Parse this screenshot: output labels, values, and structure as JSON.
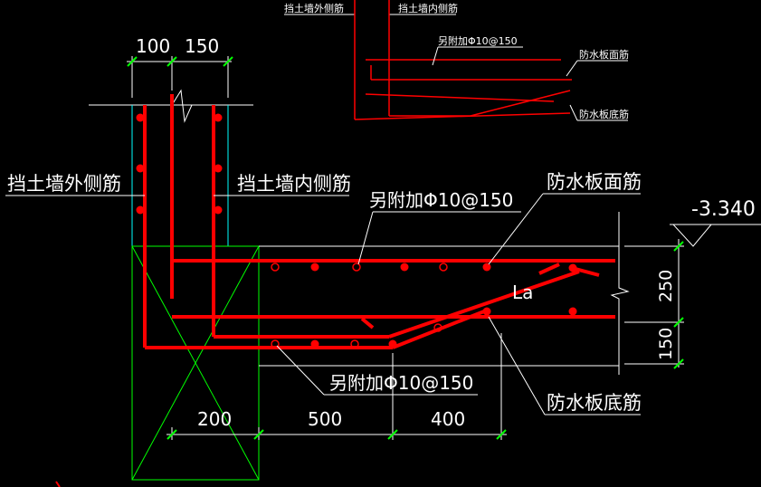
{
  "colors": {
    "background": "#000000",
    "rebar": "#ff0000",
    "leader": "#ffffff",
    "wall": "#00ffff",
    "outline": "#00ff00",
    "dim_tick": "#00ff00"
  },
  "top_detail": {
    "wall_outer_label": "挡土墙外侧筋",
    "wall_inner_label": "挡土墙内侧筋",
    "extra_bar_label": "另附加Φ10@150",
    "slab_top_label": "防水板面筋",
    "slab_bottom_label": "防水板底筋"
  },
  "main": {
    "wall_outer_label": "挡土墙外侧筋",
    "wall_inner_label": "挡土墙内侧筋",
    "extra_bar_top_label": "另附加Φ10@150",
    "slab_top_label": "防水板面筋",
    "extra_bar_bottom_label": "另附加Φ10@150",
    "slab_bottom_label": "防水板底筋",
    "anchor_label": "La",
    "elevation": "-3.340"
  },
  "dimensions": {
    "top_left": "100",
    "top_right": "150",
    "right_upper": "250",
    "right_lower": "150",
    "bottom_1": "200",
    "bottom_2": "500",
    "bottom_3": "400"
  }
}
